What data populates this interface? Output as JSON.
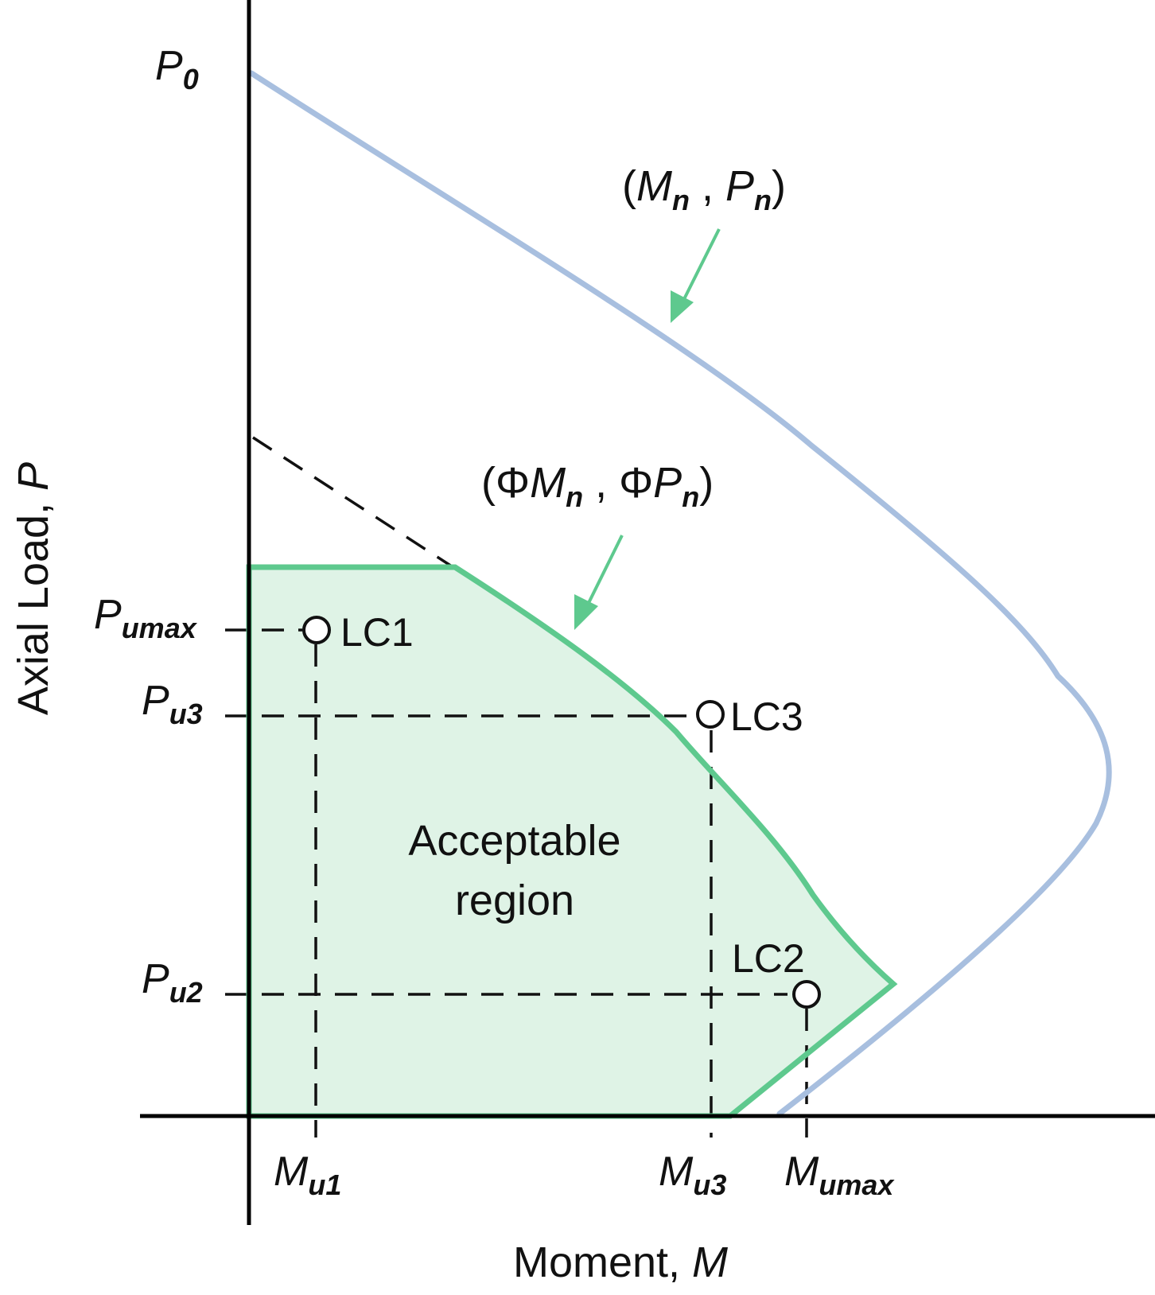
{
  "axes": {
    "x_title_main": "Moment, ",
    "x_title_symbol": "M",
    "y_title_main": "Axial Load, ",
    "y_title_symbol": "P"
  },
  "y_markers": {
    "p0": {
      "symbol": "P",
      "sub": "0"
    },
    "pumax": {
      "symbol": "P",
      "sub": "umax"
    },
    "pu3": {
      "symbol": "P",
      "sub": "u3"
    },
    "pu2": {
      "symbol": "P",
      "sub": "u2"
    }
  },
  "x_markers": {
    "mu1": {
      "symbol": "M",
      "sub": "u1"
    },
    "mu3": {
      "symbol": "M",
      "sub": "u3"
    },
    "mumax": {
      "symbol": "M",
      "sub": "umax"
    }
  },
  "load_cases": {
    "lc1": "LC1",
    "lc2": "LC2",
    "lc3": "LC3"
  },
  "region": {
    "line1": "Acceptable",
    "line2": "region"
  },
  "curves": {
    "nominal": {
      "open": "(",
      "m": "M",
      "m_sub": "n",
      "sep": " , ",
      "p": "P",
      "p_sub": "n",
      "close": ")"
    },
    "design": {
      "open": "(",
      "phi1": "Φ",
      "m": "M",
      "m_sub": "n",
      "sep": " , ",
      "phi2": "Φ",
      "p": "P",
      "p_sub": "n",
      "close": ")"
    }
  },
  "colors": {
    "nominal_curve": "#a8bfdf",
    "design_curve": "#5ec98e",
    "region_fill": "#dff3e6",
    "axis": "#000000"
  }
}
